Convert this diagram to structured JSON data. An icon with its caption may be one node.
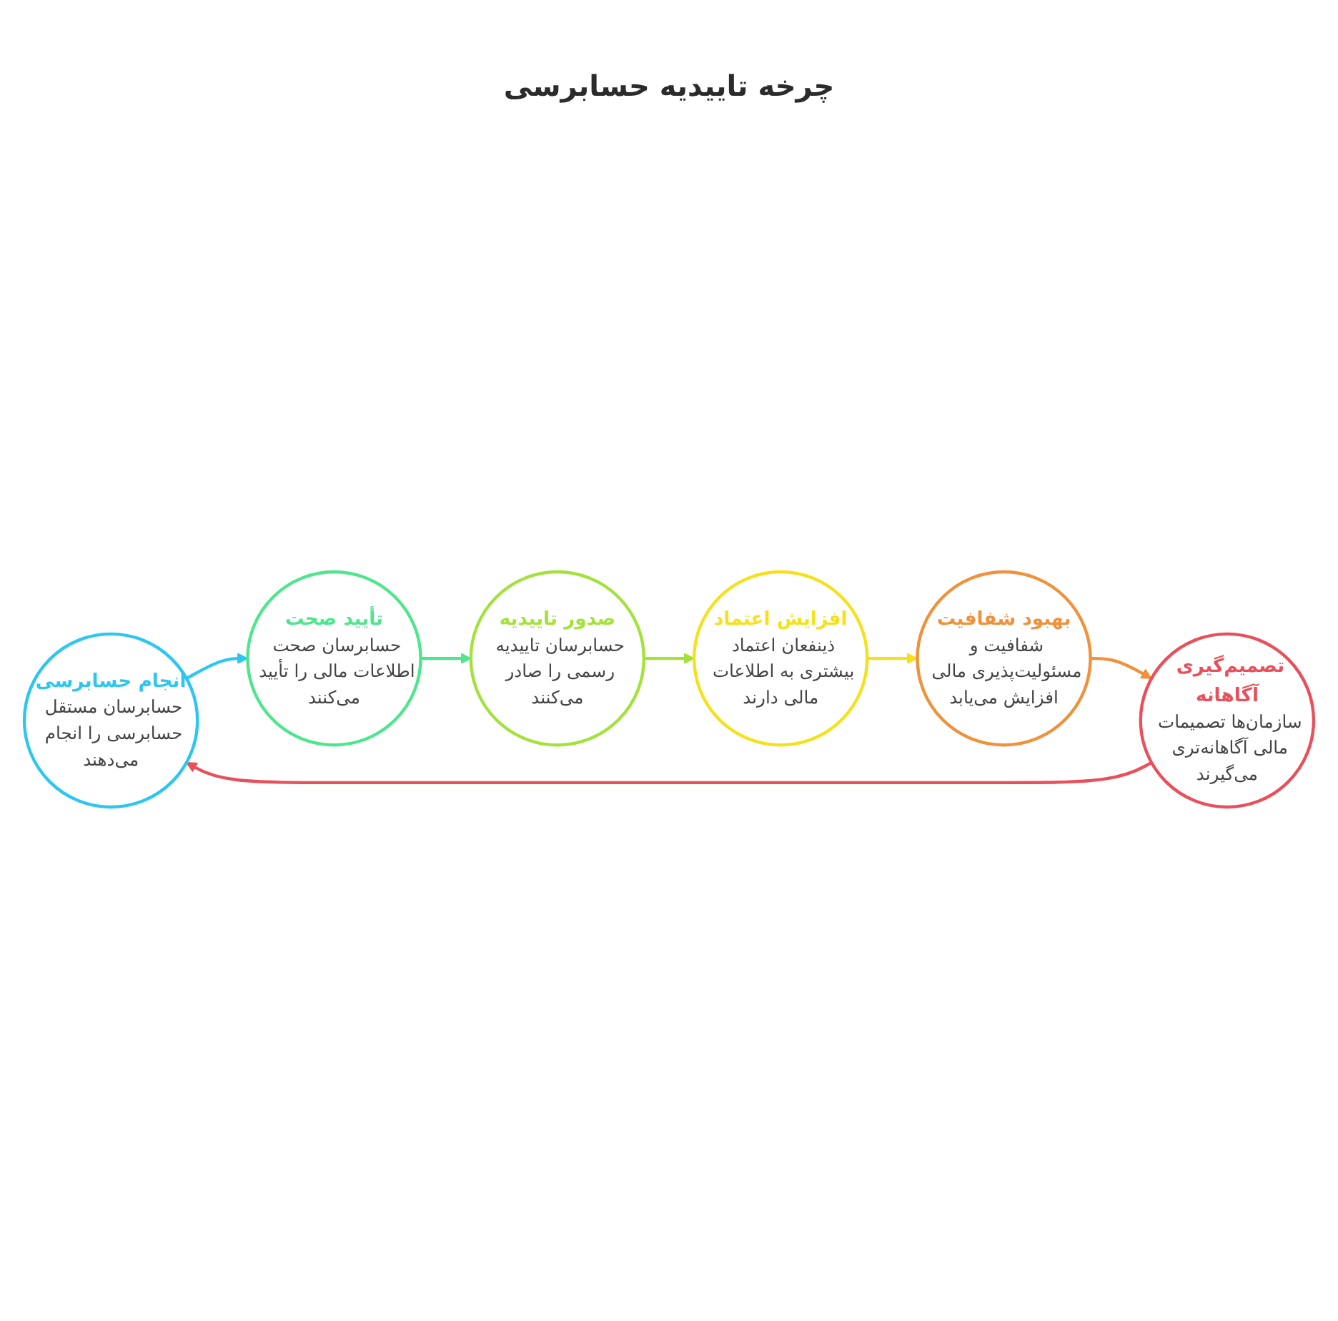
{
  "diagram": {
    "title": "چرخه تاییدیه حسابرسی",
    "nodes": [
      {
        "text": [
          "انجام حسابرسی",
          "حسابرسان مستقل حسابرسی را انجام می‌دهند"
        ]
      },
      {
        "text": [
          "تأیید صحت",
          "حسابرسان صحت اطلاعات مالی را تأیید می‌کنند"
        ]
      },
      {
        "text": [
          "صدور تاییدیه",
          "حسابرسان تاییدیه رسمی را صادر می‌کنند"
        ]
      },
      {
        "text": [
          "افزایش اعتماد",
          "ذینفعان اعتماد بیشتری به اطلاعات مالی دارند"
        ]
      },
      {
        "text": [
          "بهبود شفافیت",
          "شفافیت و مسئولیت‌پذیری مالی افزایش می‌یابد"
        ]
      },
      {
        "text": [
          "تصمیم‌گیری آگاهانه",
          "سازمان‌ها تصمیمات مالی آگاهانه‌تری می‌گیرند"
        ]
      }
    ],
    "edges": [
      {
        "from": 0,
        "to": 1,
        "arrow": "to",
        "color": "#2ec6f0"
      },
      {
        "from": 1,
        "to": 2,
        "arrow": "to",
        "color": "#4ee68c"
      },
      {
        "from": 2,
        "to": 3,
        "arrow": "to",
        "color": "#a3e23b"
      },
      {
        "from": 3,
        "to": 4,
        "arrow": "to",
        "color": "#f5e11b"
      },
      {
        "from": 4,
        "to": 5,
        "arrow": "to",
        "color": "#f0913b"
      },
      {
        "from": 5,
        "to": 0,
        "arrow": "to",
        "color": "#e8505b"
      }
    ]
  }
}
